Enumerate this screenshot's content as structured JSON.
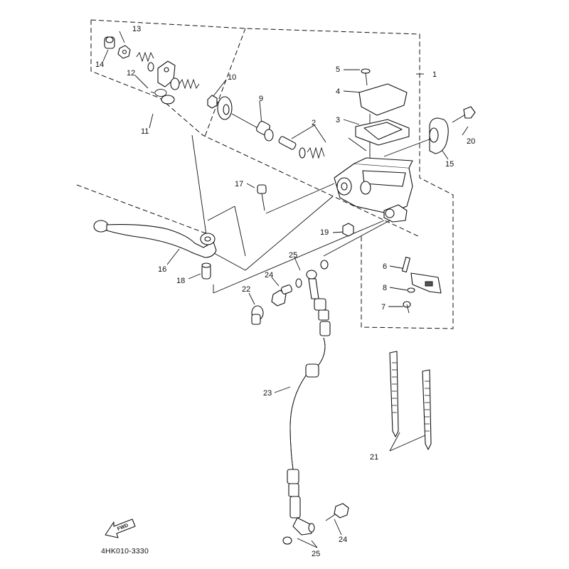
{
  "diagram_code": "4HK010-3330",
  "fwd_label": "FWD",
  "callouts": {
    "c1": "1",
    "c2": "2",
    "c3": "3",
    "c4": "4",
    "c5": "5",
    "c6": "6",
    "c7": "7",
    "c8": "8",
    "c9": "9",
    "c10": "10",
    "c11": "11",
    "c12": "12",
    "c13": "13",
    "c14": "14",
    "c15": "15",
    "c16": "16",
    "c17": "17",
    "c18": "18",
    "c19": "19",
    "c20": "20",
    "c21": "21",
    "c22": "22",
    "c23": "23",
    "c24a": "24",
    "c24b": "24",
    "c25a": "25",
    "c25b": "25"
  }
}
